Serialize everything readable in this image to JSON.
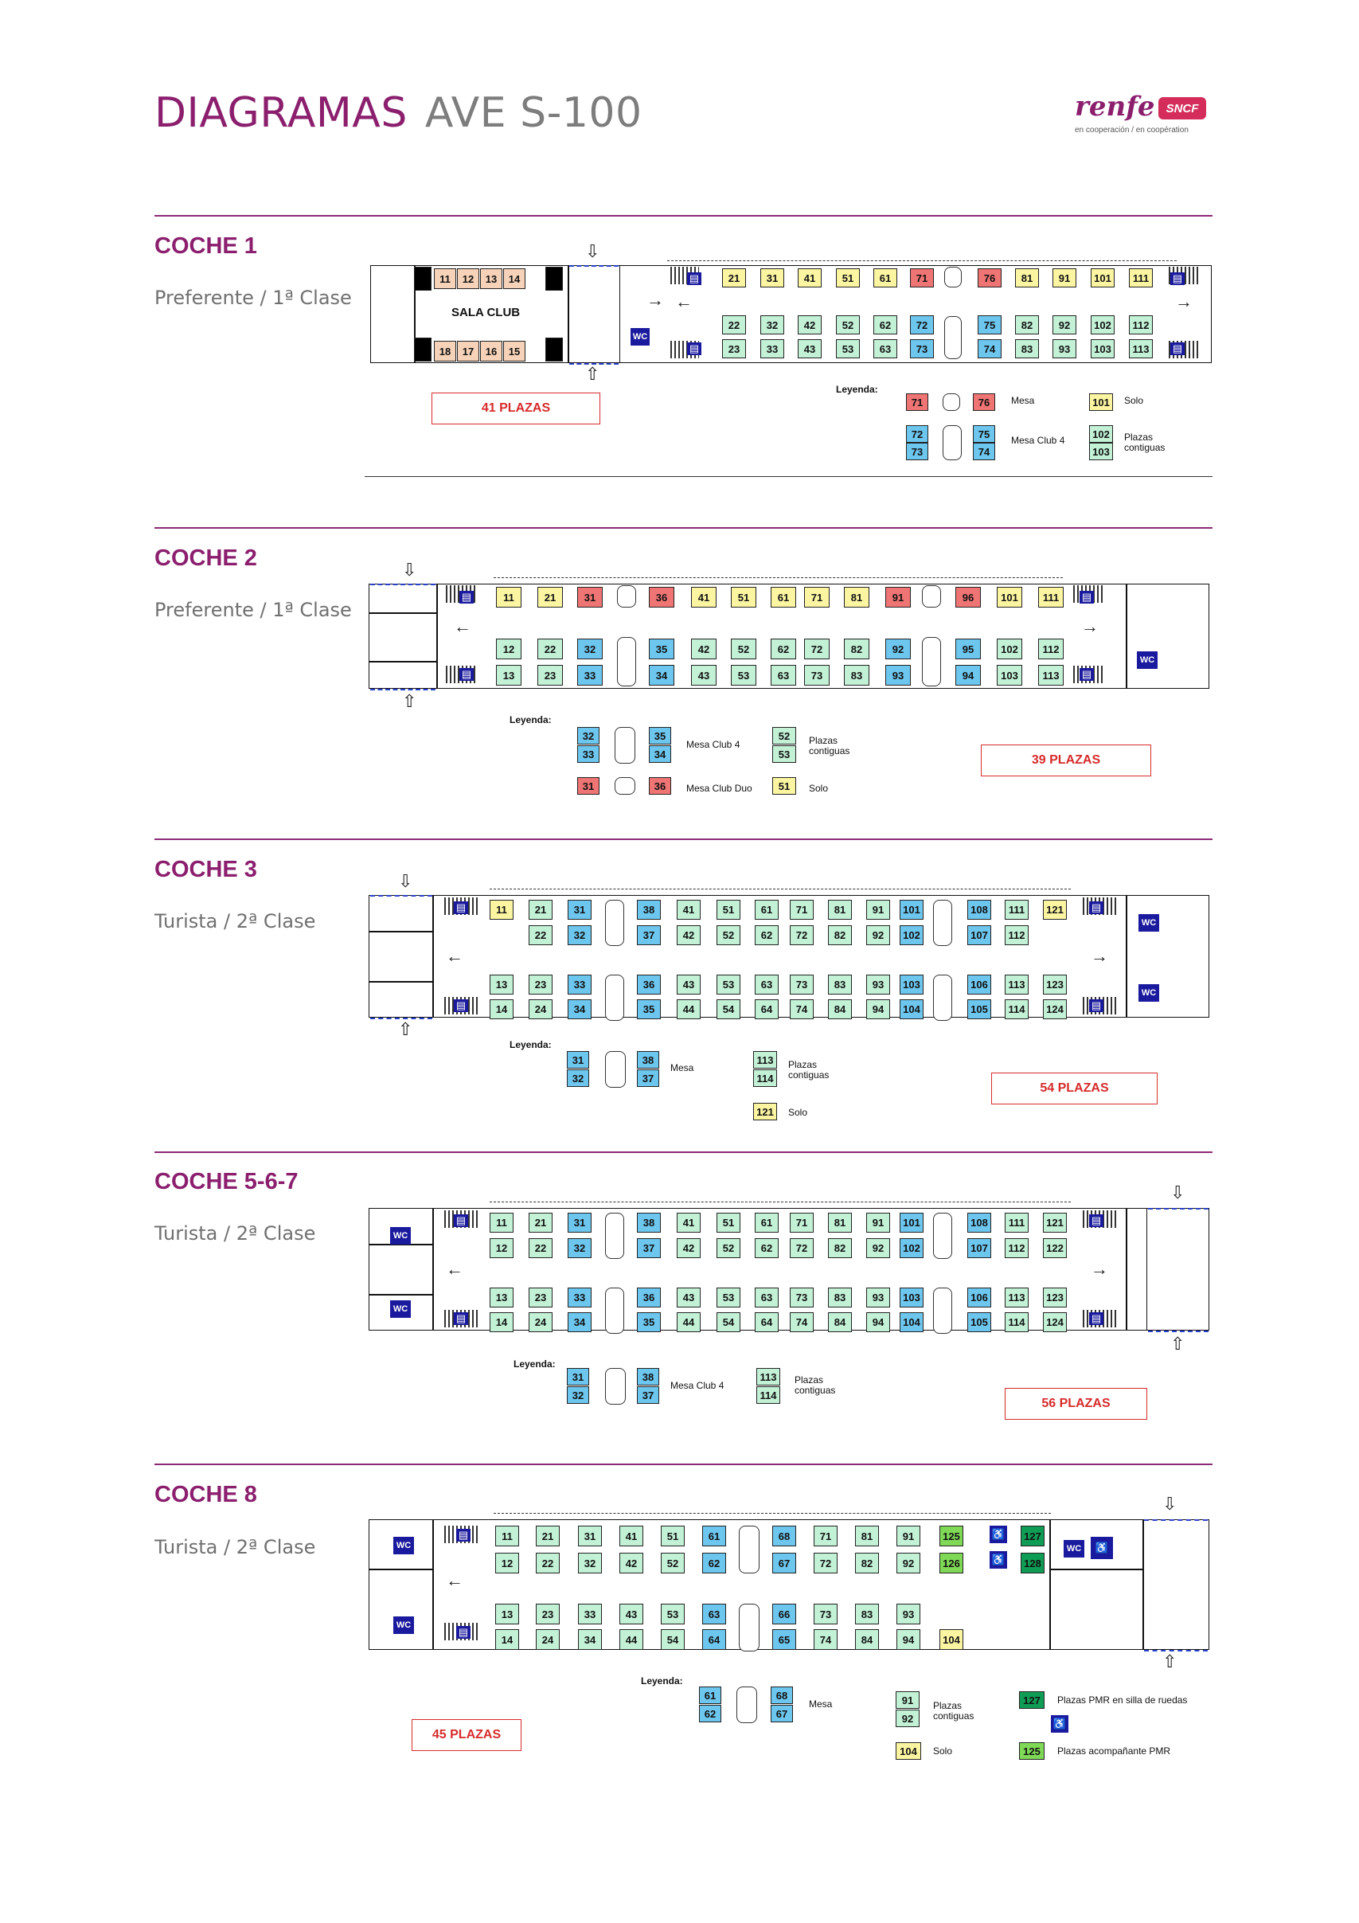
{
  "header": {
    "title_main": "DIAGRAMAS",
    "title_sub": "AVE S-100"
  },
  "logo": {
    "brand1": "renfe",
    "brand2": "SNCF",
    "tagline": "en cooperación  /  en coopération"
  },
  "colors": {
    "purple": "#8b1f6e",
    "yellow": "#fbf5a2",
    "green": "#c2f1d6",
    "blue": "#6dc6ee",
    "red": "#ef7474",
    "peach": "#f6d2b8",
    "dark_green": "#0f9d55",
    "light_green": "#7fd957"
  },
  "wc_label": "WC",
  "coches": [
    {
      "name": "COCHE 1",
      "class": "Preferente / 1ª Clase",
      "plazas": "41 PLAZAS",
      "sala_club": "SALA CLUB",
      "sala_top": [
        "11",
        "12",
        "13",
        "14"
      ],
      "sala_bottom": [
        "18",
        "17",
        "16",
        "15"
      ],
      "top_row": [
        "21",
        "31",
        "41",
        "51",
        "61",
        "71",
        "76",
        "81",
        "91",
        "101",
        "111"
      ],
      "mid_row": [
        "22",
        "32",
        "42",
        "52",
        "62",
        "72",
        "75",
        "82",
        "92",
        "102",
        "112"
      ],
      "bot_row": [
        "23",
        "33",
        "43",
        "53",
        "63",
        "73",
        "74",
        "83",
        "93",
        "103",
        "113"
      ],
      "legend": {
        "title": "Leyenda:",
        "mesa": "Mesa",
        "mesa_club": "Mesa Club 4",
        "solo": "Solo",
        "contiguas": "Plazas contiguas",
        "seats_mesa": [
          "71",
          "76"
        ],
        "seats_club": [
          "72",
          "73",
          "75",
          "74"
        ],
        "seat_solo": "101",
        "seats_contig": [
          "102",
          "103"
        ]
      }
    },
    {
      "name": "COCHE 2",
      "class": "Preferente / 1ª Clase",
      "plazas": "39 PLAZAS",
      "top_row": [
        "11",
        "21",
        "31",
        "36",
        "41",
        "51",
        "61",
        "71",
        "81",
        "91",
        "96",
        "101",
        "111"
      ],
      "mid_row": [
        "12",
        "22",
        "32",
        "35",
        "42",
        "52",
        "62",
        "72",
        "82",
        "92",
        "95",
        "102",
        "112"
      ],
      "bot_row": [
        "13",
        "23",
        "33",
        "34",
        "43",
        "53",
        "63",
        "73",
        "83",
        "93",
        "94",
        "103",
        "113"
      ],
      "legend": {
        "title": "Leyenda:",
        "mesa_club": "Mesa Club 4",
        "mesa_duo": "Mesa Club Duo",
        "contiguas": "Plazas contiguas",
        "solo": "Solo",
        "seats_club": [
          "32",
          "33",
          "35",
          "34"
        ],
        "seats_duo": [
          "31",
          "36"
        ],
        "seats_contig": [
          "52",
          "53"
        ],
        "seat_solo": "51"
      }
    },
    {
      "name": "COCHE 3",
      "class": "Turista / 2ª Clase",
      "plazas": "54 PLAZAS",
      "r1": [
        "11",
        "21",
        "31",
        "38",
        "41",
        "51",
        "61",
        "71",
        "81",
        "91",
        "101",
        "108",
        "111",
        "121"
      ],
      "r2": [
        "22",
        "32",
        "37",
        "42",
        "52",
        "62",
        "72",
        "82",
        "92",
        "102",
        "107",
        "112"
      ],
      "r3": [
        "13",
        "23",
        "33",
        "36",
        "43",
        "53",
        "63",
        "73",
        "83",
        "93",
        "103",
        "106",
        "113",
        "123"
      ],
      "r4": [
        "14",
        "24",
        "34",
        "35",
        "44",
        "54",
        "64",
        "74",
        "84",
        "94",
        "104",
        "105",
        "114",
        "124"
      ],
      "legend": {
        "title": "Leyenda:",
        "mesa": "Mesa",
        "contiguas": "Plazas contiguas",
        "solo": "Solo",
        "seats_mesa": [
          "31",
          "32",
          "38",
          "37"
        ],
        "seats_contig": [
          "113",
          "114"
        ],
        "seat_solo": "121"
      }
    },
    {
      "name": "COCHE 5-6-7",
      "class": "Turista / 2ª Clase",
      "plazas": "56 PLAZAS",
      "r1": [
        "11",
        "21",
        "31",
        "38",
        "41",
        "51",
        "61",
        "71",
        "81",
        "91",
        "101",
        "108",
        "111",
        "121"
      ],
      "r2": [
        "12",
        "22",
        "32",
        "37",
        "42",
        "52",
        "62",
        "72",
        "82",
        "92",
        "102",
        "107",
        "112",
        "122"
      ],
      "r3": [
        "13",
        "23",
        "33",
        "36",
        "43",
        "53",
        "63",
        "73",
        "83",
        "93",
        "103",
        "106",
        "113",
        "123"
      ],
      "r4": [
        "14",
        "24",
        "34",
        "35",
        "44",
        "54",
        "64",
        "74",
        "84",
        "94",
        "104",
        "105",
        "114",
        "124"
      ],
      "legend": {
        "title": "Leyenda:",
        "mesa_club": "Mesa Club 4",
        "contiguas": "Plazas contiguas",
        "seats_club": [
          "31",
          "32",
          "38",
          "37"
        ],
        "seats_contig": [
          "113",
          "114"
        ]
      }
    },
    {
      "name": "COCHE 8",
      "class": "Turista / 2ª Clase",
      "plazas": "45 PLAZAS",
      "r1": [
        "11",
        "21",
        "31",
        "41",
        "51",
        "61",
        "68",
        "71",
        "81",
        "91",
        "125",
        "127"
      ],
      "r2": [
        "12",
        "22",
        "32",
        "42",
        "52",
        "62",
        "67",
        "72",
        "82",
        "92",
        "126",
        "128"
      ],
      "r3": [
        "13",
        "23",
        "33",
        "43",
        "53",
        "63",
        "66",
        "73",
        "83",
        "93"
      ],
      "r4": [
        "14",
        "24",
        "34",
        "44",
        "54",
        "64",
        "65",
        "74",
        "84",
        "94",
        "104"
      ],
      "legend": {
        "title": "Leyenda:",
        "mesa": "Mesa",
        "contiguas": "Plazas contiguas",
        "solo": "Solo",
        "pmr": "Plazas PMR en silla de ruedas",
        "acomp": "Plazas acompañante PMR",
        "seats_mesa": [
          "61",
          "62",
          "68",
          "67"
        ],
        "seats_contig": [
          "91",
          "92"
        ],
        "seat_solo": "104",
        "seat_pmr": "127",
        "seat_acomp": "125"
      }
    }
  ]
}
